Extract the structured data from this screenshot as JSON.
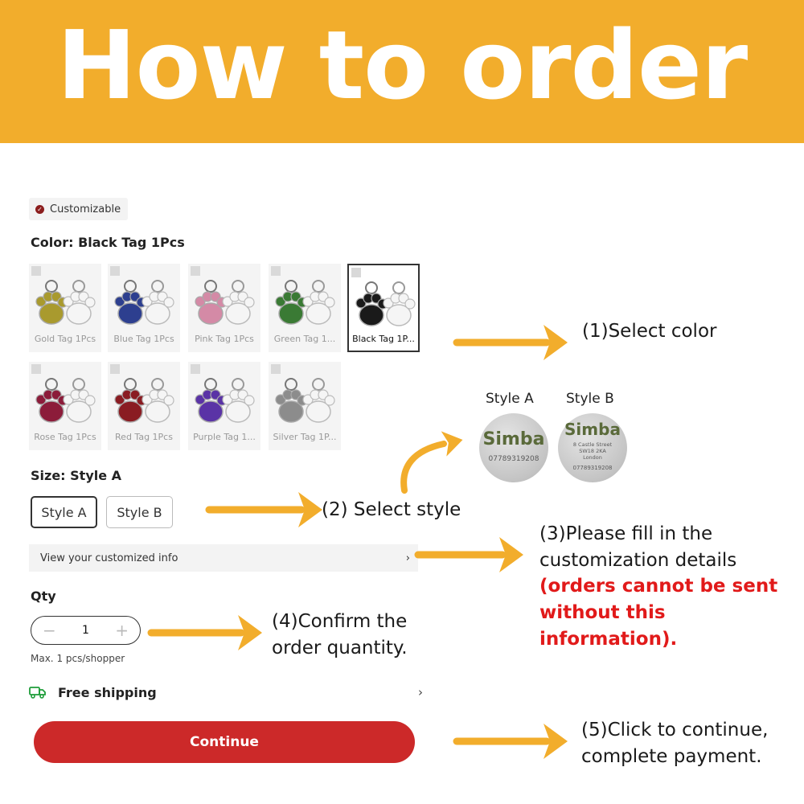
{
  "banner": {
    "title": "How to order",
    "color": "#f2ad2c"
  },
  "badge": {
    "label": "Customizable"
  },
  "color_section": {
    "label": "Color: Black Tag 1Pcs",
    "options": [
      {
        "label": "Gold Tag 1Pcs",
        "color": "#a99a2e",
        "selected": false
      },
      {
        "label": "Blue Tag 1Pcs",
        "color": "#2d3f8f",
        "selected": false
      },
      {
        "label": "Pink Tag 1Pcs",
        "color": "#d48aa6",
        "selected": false
      },
      {
        "label": "Green Tag 1...",
        "color": "#3a7a34",
        "selected": false
      },
      {
        "label": "Black Tag 1P...",
        "color": "#1a1a1a",
        "selected": true
      },
      {
        "label": "Rose Tag 1Pcs",
        "color": "#8c1c3a",
        "selected": false
      },
      {
        "label": "Red Tag 1Pcs",
        "color": "#8a1c22",
        "selected": false
      },
      {
        "label": "Purple Tag 1...",
        "color": "#5a33a6",
        "selected": false
      },
      {
        "label": "Silver Tag 1P...",
        "color": "#8c8c8c",
        "selected": false
      }
    ]
  },
  "size_section": {
    "label": "Size: Style A",
    "options": [
      {
        "label": "Style A",
        "selected": true
      },
      {
        "label": "Style B",
        "selected": false
      }
    ]
  },
  "custom_info": {
    "label": "View your customized info",
    "chevron": "›"
  },
  "qty": {
    "label": "Qty",
    "minus": "−",
    "value": "1",
    "plus": "+",
    "limit": "Max. 1 pcs/shopper"
  },
  "shipping": {
    "label": "Free shipping",
    "chevron": "›",
    "icon": "truck-icon"
  },
  "continue_button": {
    "label": "Continue",
    "color": "#cc2929"
  },
  "annotations": {
    "step1": "(1)Select color",
    "step2": "(2) Select style",
    "step3_lines": [
      "(3)Please fill in the",
      "customization details"
    ],
    "step3_warning": [
      "(orders cannot be sent",
      "without this information)."
    ],
    "step4_lines": [
      "(4)Confirm the",
      "order quantity."
    ],
    "step5_lines": [
      "(5)Click to continue,",
      "complete payment."
    ],
    "arrow_color": "#f2ad2c",
    "warning_color": "#e11a1a"
  },
  "style_preview": {
    "a": {
      "label": "Style A",
      "name": "Simba",
      "number": "07789319208"
    },
    "b": {
      "label": "Style B",
      "name": "Simba",
      "address": [
        "8 Castle Street",
        "SW18 2KA",
        "London"
      ],
      "number": "07789319208"
    }
  }
}
